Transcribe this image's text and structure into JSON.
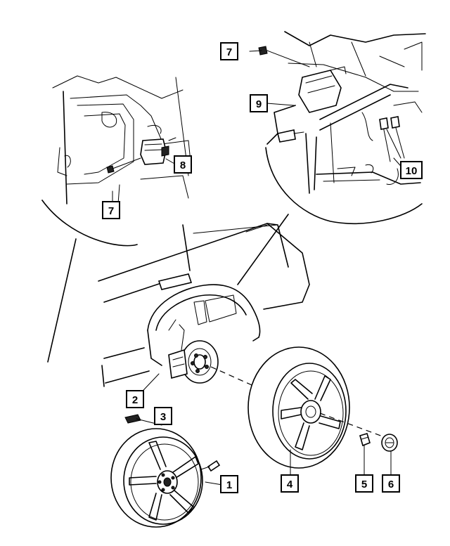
{
  "callouts": {
    "c1": "1",
    "c2": "2",
    "c3": "3",
    "c4": "4",
    "c5": "5",
    "c6": "6",
    "c7a": "7",
    "c7b": "7",
    "c8": "8",
    "c9": "9",
    "c10": "10"
  },
  "colors": {
    "line": "#000000",
    "background": "#ffffff"
  }
}
